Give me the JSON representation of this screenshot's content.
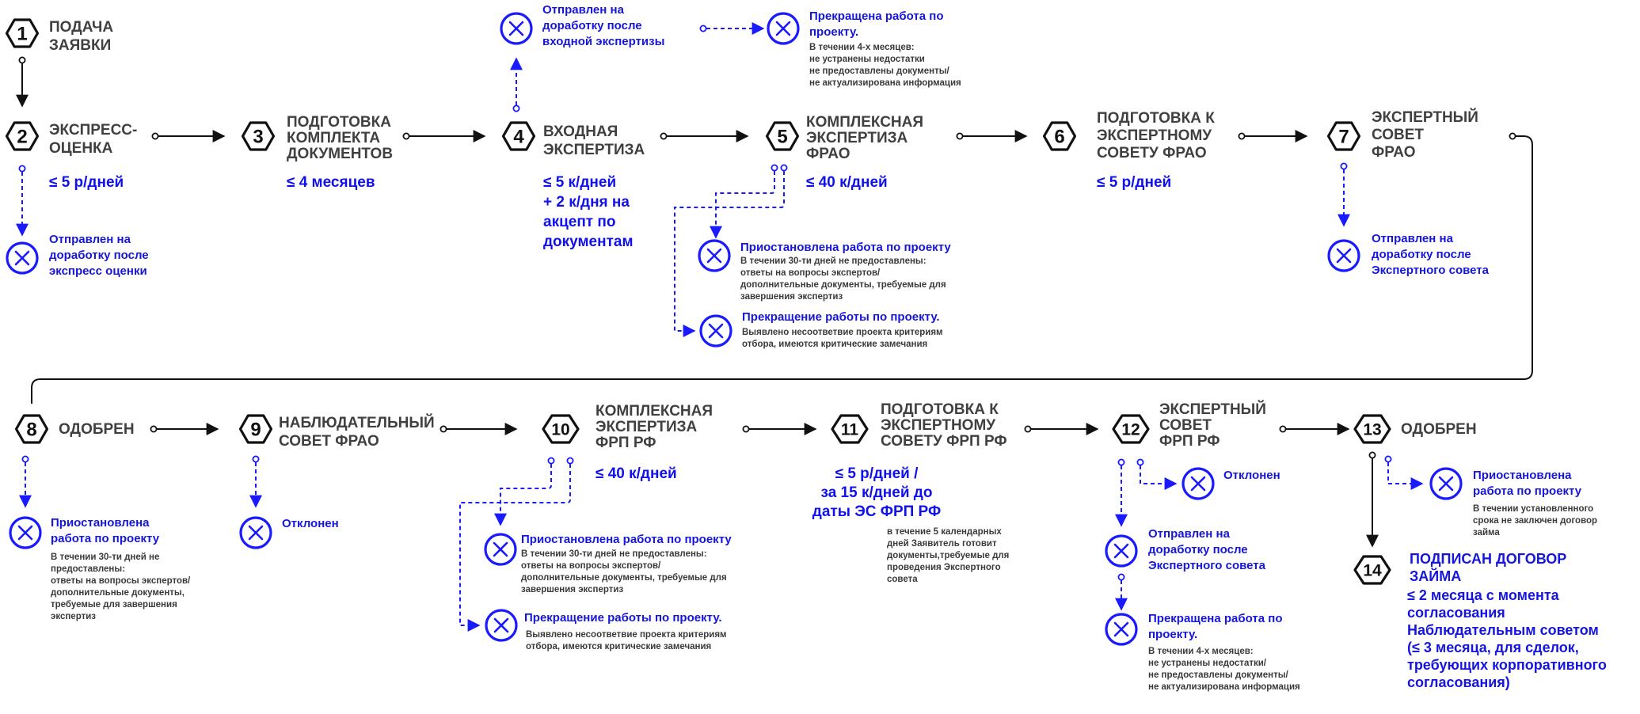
{
  "colors": {
    "accent": "#1a1aff",
    "text": "#404040",
    "border": "#111111"
  },
  "steps": [
    {
      "num": "1",
      "lines": [
        "ПОДАЧА",
        "ЗАЯВКИ"
      ],
      "duration": []
    },
    {
      "num": "2",
      "lines": [
        "ЭКСПРЕСС-",
        "ОЦЕНКА"
      ],
      "duration": [
        "≤ 5 р/дней"
      ]
    },
    {
      "num": "3",
      "lines": [
        "ПОДГОТОВКА",
        "КОМПЛЕКТА",
        "ДОКУМЕНТОВ"
      ],
      "duration": [
        "≤ 4 месяцев"
      ]
    },
    {
      "num": "4",
      "lines": [
        "ВХОДНАЯ",
        "ЭКСПЕРТИЗА"
      ],
      "duration": [
        "≤ 5 к/дней",
        "+ 2 к/дня на",
        "акцепт по",
        "документам"
      ]
    },
    {
      "num": "5",
      "lines": [
        "КОМПЛЕКСНАЯ",
        "ЭКСПЕРТИЗА",
        "ФРАО"
      ],
      "duration": [
        "≤ 40 к/дней"
      ]
    },
    {
      "num": "6",
      "lines": [
        "ПОДГОТОВКА К",
        "ЭКСПЕРТНОМУ",
        "СОВЕТУ ФРАО"
      ],
      "duration": [
        "≤ 5 р/дней"
      ]
    },
    {
      "num": "7",
      "lines": [
        "ЭКСПЕРТНЫЙ",
        "СОВЕТ",
        "ФРАО"
      ],
      "duration": []
    },
    {
      "num": "8",
      "lines": [
        "ОДОБРЕН"
      ],
      "duration": []
    },
    {
      "num": "9",
      "lines": [
        "НАБЛЮДАТЕЛЬНЫЙ",
        "СОВЕТ ФРАО"
      ],
      "duration": []
    },
    {
      "num": "10",
      "lines": [
        "КОМПЛЕКСНАЯ",
        "ЭКСПЕРТИЗА",
        "ФРП РФ"
      ],
      "duration": [
        "≤ 40 к/дней"
      ]
    },
    {
      "num": "11",
      "lines": [
        "ПОДГОТОВКА К",
        "ЭКСПЕРТНОМУ",
        "СОВЕТУ ФРП РФ"
      ],
      "duration": [
        "≤ 5 р/дней /",
        "за 15 к/дней до",
        "даты ЭС ФРП РФ"
      ],
      "note": [
        "в течение 5 календарных",
        "дней Заявитель готовит",
        "документы,требуемые для",
        "проведения Экспертного",
        "совета"
      ]
    },
    {
      "num": "12",
      "lines": [
        "ЭКСПЕРТНЫЙ",
        "СОВЕТ",
        "ФРП РФ"
      ],
      "duration": []
    },
    {
      "num": "13",
      "lines": [
        "ОДОБРЕН"
      ],
      "duration": []
    },
    {
      "num": "14",
      "lines": [
        "ПОДПИСАН ДОГОВОР",
        "ЗАЙМА"
      ],
      "duration": [
        "≤ 2 месяца с момента",
        "согласования",
        "Наблюдательным советом",
        "(≤ 3 месяца, для сделок,",
        "требующих корпоративного",
        "согласования)"
      ]
    }
  ],
  "outcomes": [
    {
      "title": [
        "Отправлен на",
        "доработку после",
        "входной экспертизы"
      ],
      "details": []
    },
    {
      "title": [
        "Прекращена работа по",
        "проекту."
      ],
      "details": [
        "В течении 4-х месяцев:",
        "не устранены недостатки",
        "не предоставлены документы/",
        "не актуализирована информация"
      ]
    },
    {
      "title": [
        "Отправлен на",
        "доработку после",
        "экспресс оценки"
      ],
      "details": []
    },
    {
      "title": [
        "Приостановлена работа по проекту"
      ],
      "details": [
        "В течении 30-ти дней не предоставлены:",
        "ответы на вопросы экспертов/",
        "дополнительные документы, требуемые для",
        "завершения экспертиз"
      ]
    },
    {
      "title": [
        "Прекращение работы по проекту."
      ],
      "details": [
        "Выявлено несоответвие проекта критериям",
        "отбора, имеются критические замечания"
      ]
    },
    {
      "title": [
        "Отправлен на",
        "доработку после",
        "Экспертного совета"
      ],
      "details": []
    },
    {
      "title": [
        "Приостановлена",
        "работа по проекту"
      ],
      "details": [
        "В течении 30-ти дней не",
        "предоставлены:",
        "ответы на вопросы экспертов/",
        "дополнительные документы,",
        "требуемые для завершения",
        "экспертиз"
      ]
    },
    {
      "title": [
        "Отклонен"
      ],
      "details": []
    },
    {
      "title": [
        "Приостановлена работа по проекту"
      ],
      "details": [
        "В течении 30-ти дней не предоставлены:",
        "ответы на вопросы экспертов/",
        "дополнительные документы, требуемые для",
        "завершения экспертиз"
      ]
    },
    {
      "title": [
        "Прекращение работы по проекту."
      ],
      "details": [
        "Выявлено несоответвие проекта критериям",
        "отбора, имеются критические замечания"
      ]
    },
    {
      "title": [
        "Отклонен"
      ],
      "details": []
    },
    {
      "title": [
        "Отправлен на",
        "доработку после",
        "Экспертного совета"
      ],
      "details": []
    },
    {
      "title": [
        "Прекращена работа по",
        "проекту."
      ],
      "details": [
        "В течении 4-х месяцев:",
        "не устранены недостатки/",
        "не предоставлены документы/",
        "не актуализирована информация"
      ]
    },
    {
      "title": [
        "Приостановлена",
        "работа по проекту"
      ],
      "details": [
        "В течении установленного",
        "срока не заключен договор",
        "займа"
      ]
    }
  ]
}
